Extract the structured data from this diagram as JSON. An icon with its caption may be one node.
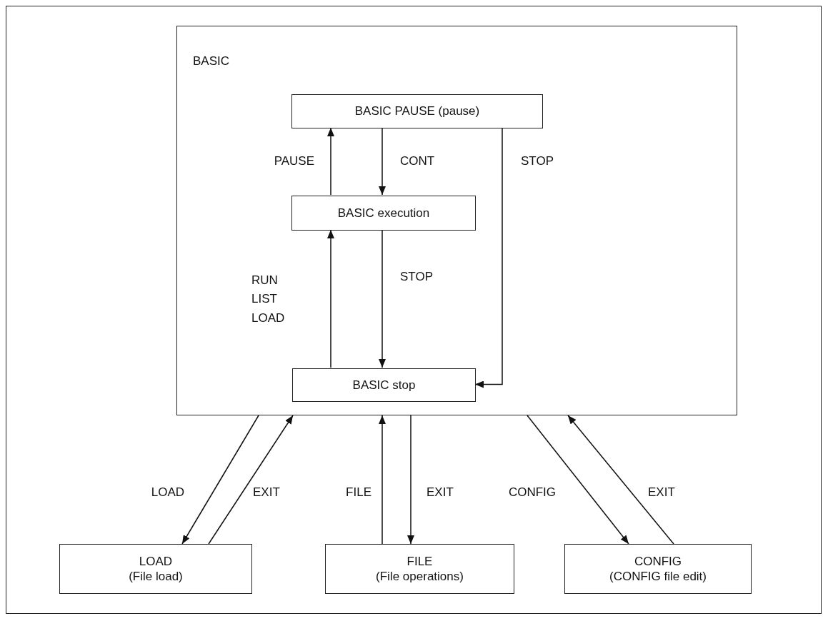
{
  "diagram": {
    "nodes": [
      {
        "text": [
          "BASIC"
        ]
      },
      {
        "text": [
          "BASIC PAUSE (pause)"
        ],
        "in": 0
      },
      {
        "text": [
          "BASIC execution"
        ],
        "in": 0
      },
      {
        "text": [
          "BASIC stop"
        ],
        "in": 0
      },
      {
        "text": [
          "LOAD",
          "(File load)"
        ]
      },
      {
        "text": [
          "FILE",
          "(File operations)"
        ]
      },
      {
        "text": [
          "CONFIG",
          "(CONFIG file edit)"
        ]
      }
    ],
    "edges": [
      {
        "from": 2,
        "to": 1,
        "arrow": "to",
        "label": "PAUSE"
      },
      {
        "from": 1,
        "to": 2,
        "arrow": "to",
        "label": "CONT"
      },
      {
        "from": 1,
        "to": 3,
        "arrow": "to",
        "label": "STOP"
      },
      {
        "from": 3,
        "to": 2,
        "arrow": "to",
        "label": "RUN LIST LOAD"
      },
      {
        "from": 2,
        "to": 3,
        "arrow": "to",
        "label": "STOP"
      },
      {
        "from": 0,
        "to": 4,
        "arrow": "to",
        "label": "LOAD"
      },
      {
        "from": 4,
        "to": 0,
        "arrow": "to",
        "label": "EXIT"
      },
      {
        "from": 5,
        "to": 0,
        "arrow": "to",
        "label": "FILE"
      },
      {
        "from": 0,
        "to": 5,
        "arrow": "to",
        "label": "EXIT"
      },
      {
        "from": 0,
        "to": 6,
        "arrow": "to",
        "label": "CONFIG"
      },
      {
        "from": 6,
        "to": 0,
        "arrow": "to",
        "label": "EXIT"
      }
    ]
  }
}
